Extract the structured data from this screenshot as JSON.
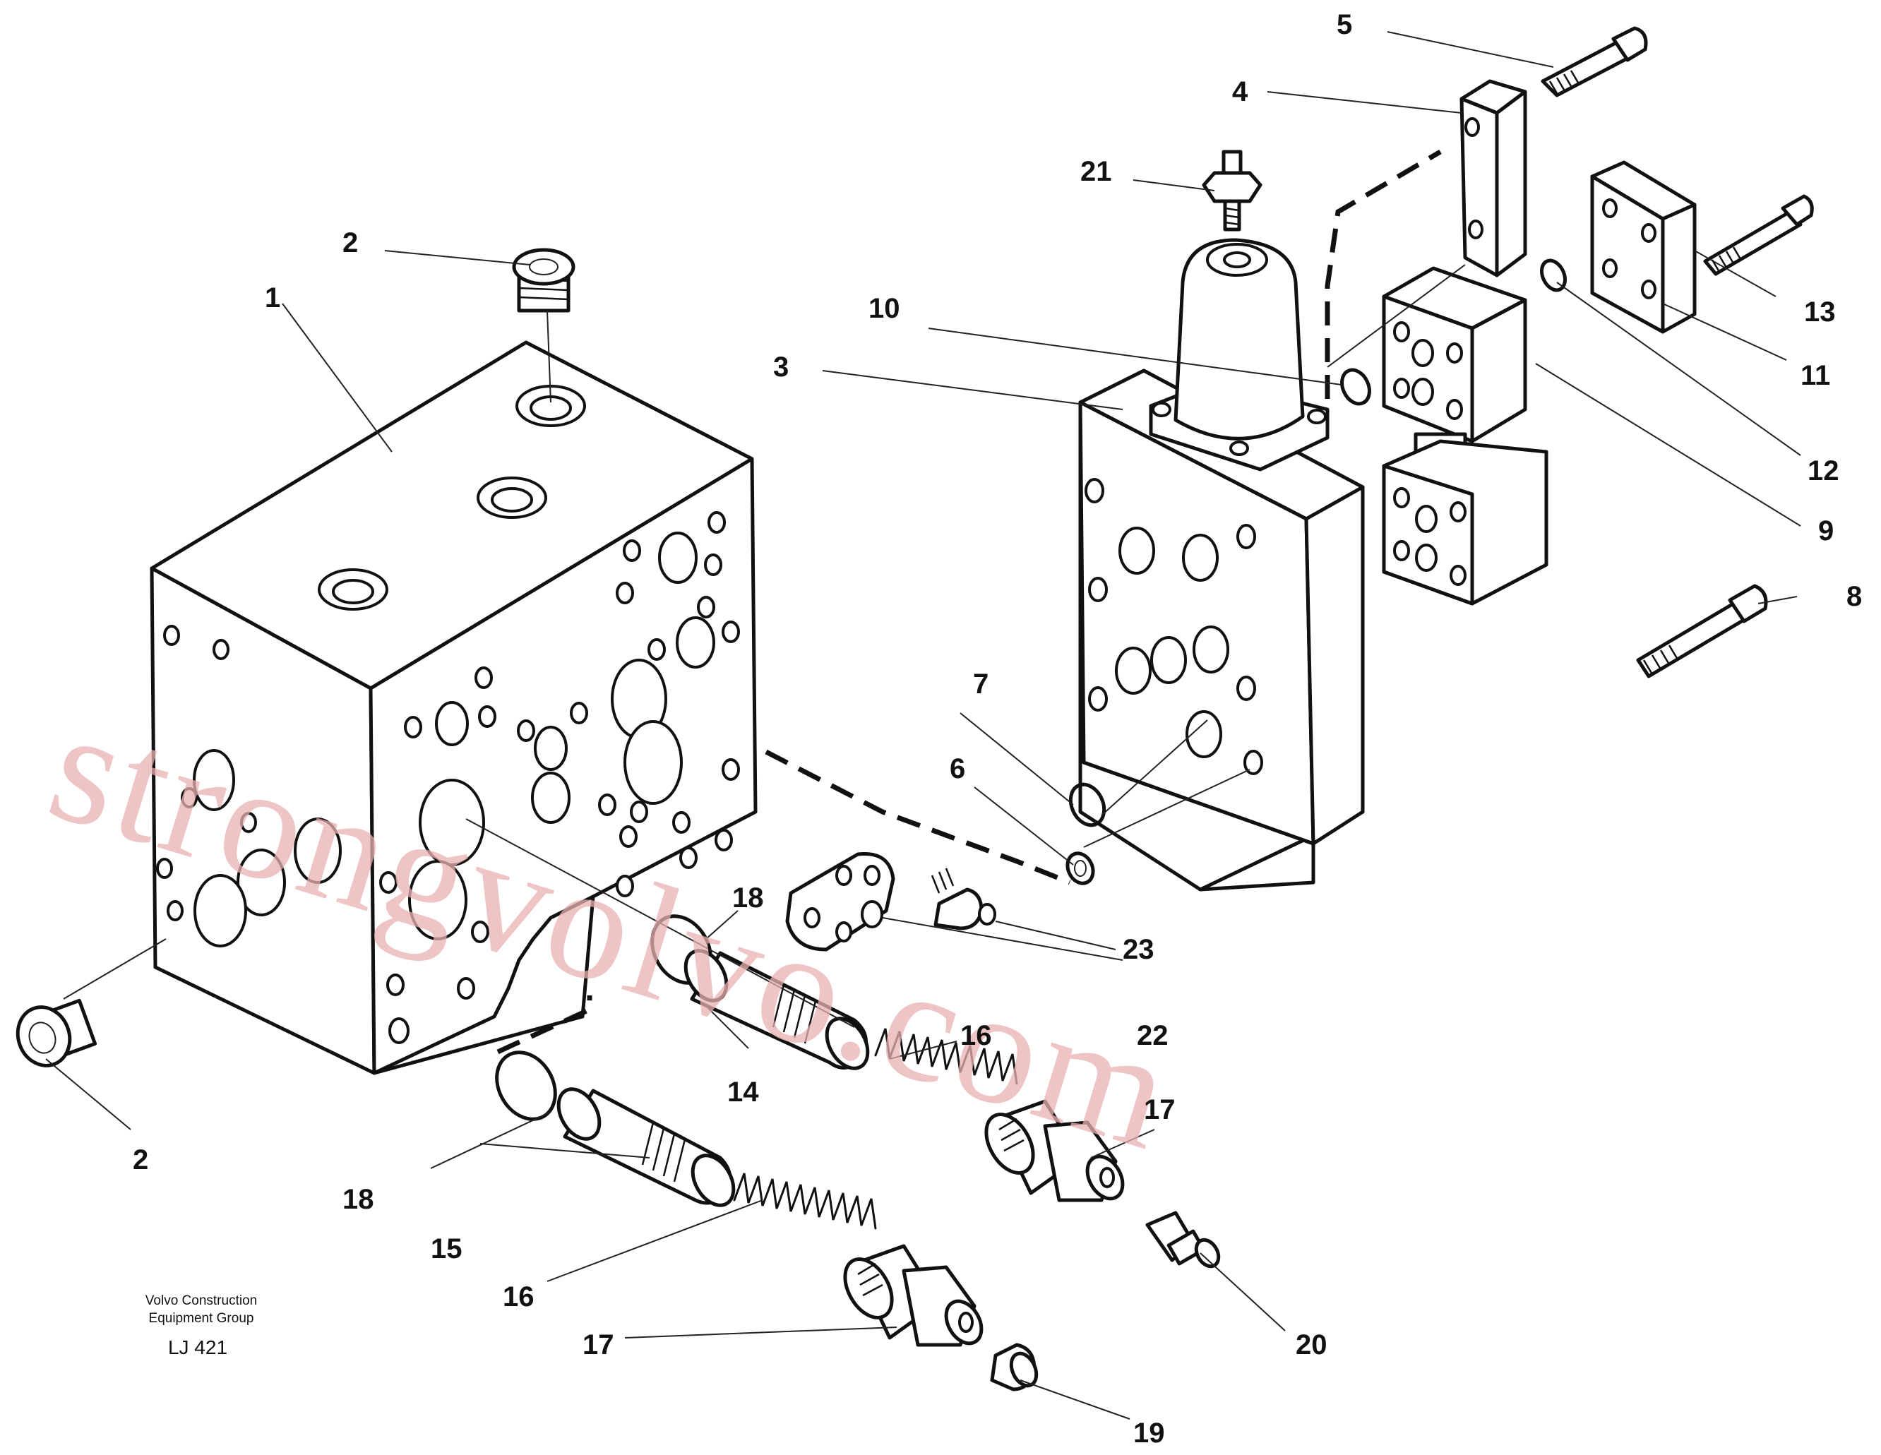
{
  "diagram": {
    "callouts": [
      {
        "id": "c1",
        "label": "1"
      },
      {
        "id": "c2a",
        "label": "2"
      },
      {
        "id": "c2b",
        "label": "2"
      },
      {
        "id": "c3",
        "label": "3"
      },
      {
        "id": "c4",
        "label": "4"
      },
      {
        "id": "c5",
        "label": "5"
      },
      {
        "id": "c6",
        "label": "6"
      },
      {
        "id": "c7",
        "label": "7"
      },
      {
        "id": "c8",
        "label": "8"
      },
      {
        "id": "c9",
        "label": "9"
      },
      {
        "id": "c10",
        "label": "10"
      },
      {
        "id": "c11",
        "label": "11"
      },
      {
        "id": "c12",
        "label": "12"
      },
      {
        "id": "c13",
        "label": "13"
      },
      {
        "id": "c14",
        "label": "14"
      },
      {
        "id": "c15",
        "label": "15"
      },
      {
        "id": "c16a",
        "label": "16"
      },
      {
        "id": "c16b",
        "label": "16"
      },
      {
        "id": "c17a",
        "label": "17"
      },
      {
        "id": "c17b",
        "label": "17"
      },
      {
        "id": "c18a",
        "label": "18"
      },
      {
        "id": "c18b",
        "label": "18"
      },
      {
        "id": "c19",
        "label": "19"
      },
      {
        "id": "c20",
        "label": "20"
      },
      {
        "id": "c21",
        "label": "21"
      },
      {
        "id": "c22",
        "label": "22"
      },
      {
        "id": "c23",
        "label": "23"
      }
    ],
    "caption": {
      "line1": "Volvo Construction",
      "line2": "Equipment Group",
      "code": "LJ 421"
    },
    "watermark": "strongvolvo.com"
  }
}
